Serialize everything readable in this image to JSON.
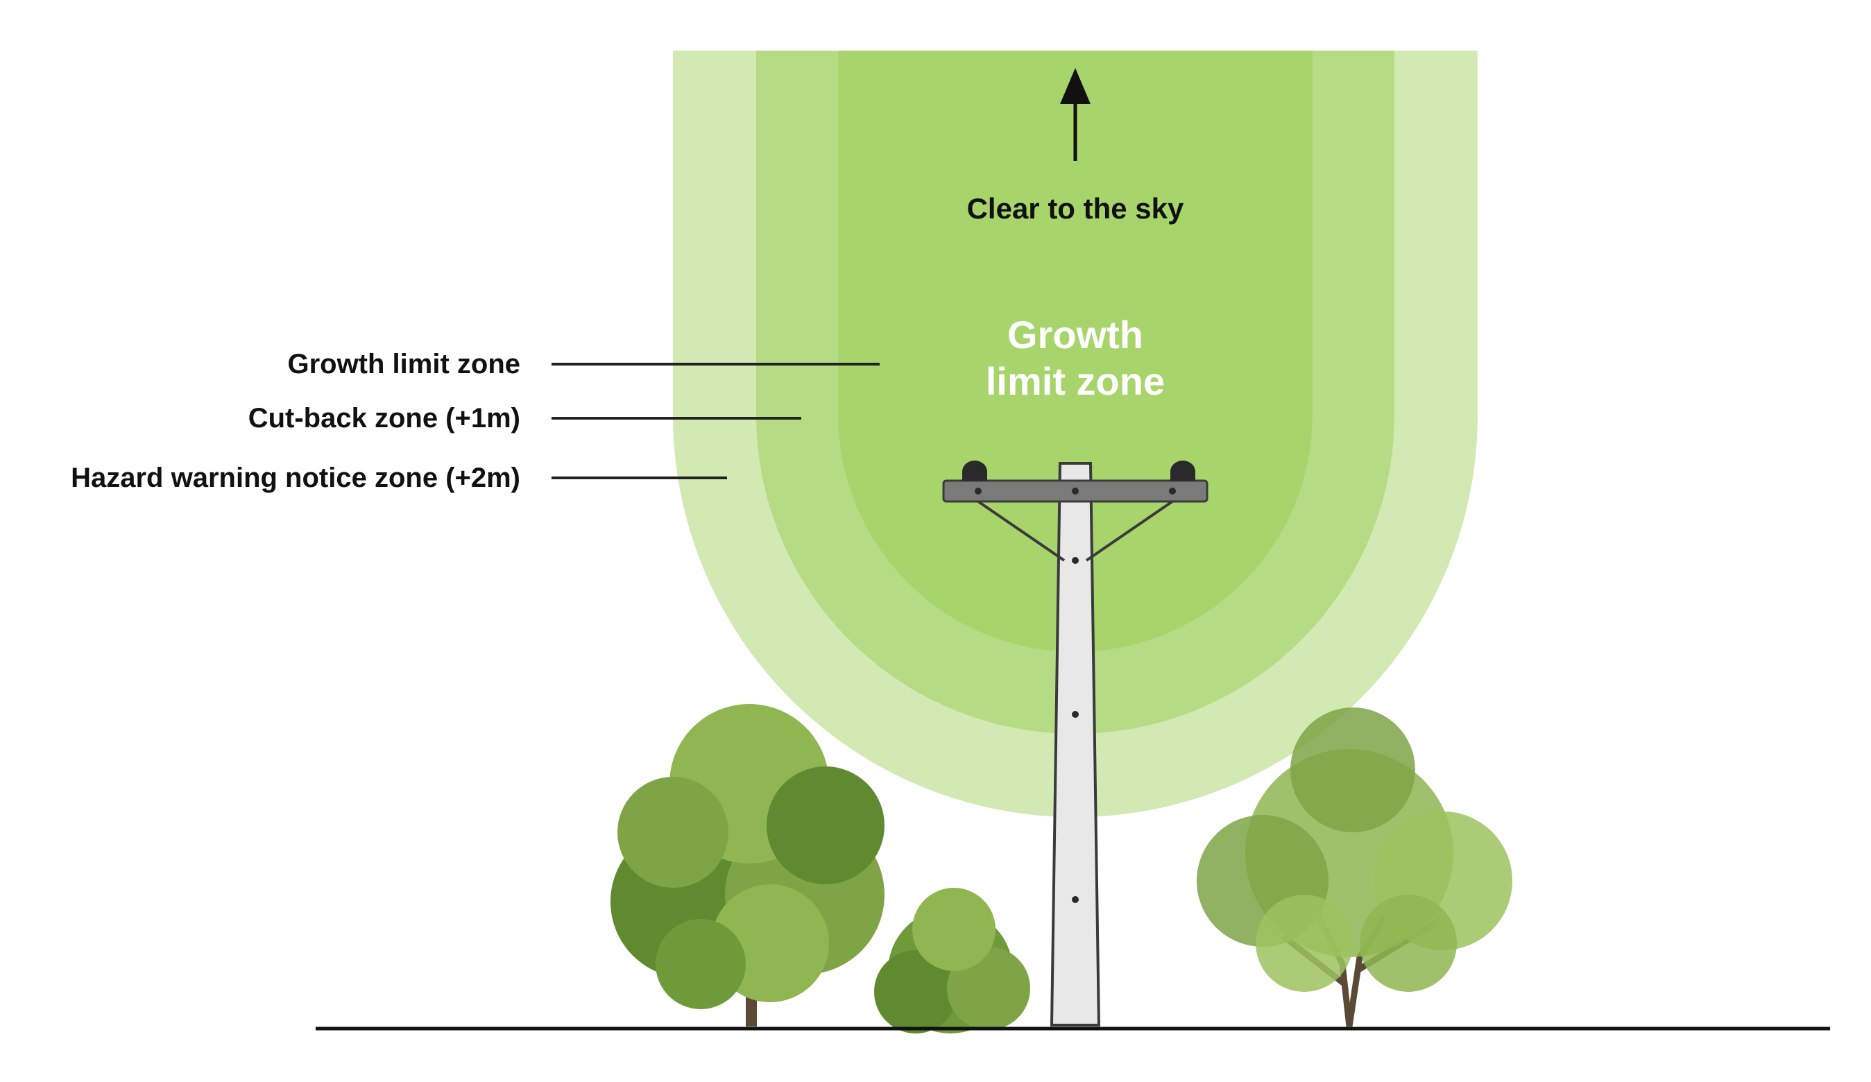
{
  "labels": {
    "growth_limit_zone": "Growth limit zone",
    "cut_back_zone": "Cut-back zone (+1m)",
    "hazard_warning_zone": "Hazard warning notice zone (+2m)",
    "clear_to_sky": "Clear to the sky",
    "center_zone_line1": "Growth",
    "center_zone_line2": "limit zone"
  },
  "colors": {
    "hazard_zone": "#d3e9b4",
    "cutback_zone": "#b5dc85",
    "growth_zone": "#a7d56c",
    "pole_fill": "#e8e8e8",
    "pole_stroke": "#3a3a3a",
    "crossarm": "#7a7a7a",
    "insulator": "#2a2a2a",
    "ground": "#111111",
    "leader_line": "#222222",
    "tree_dark": "#4f7a2a",
    "tree_mid": "#6f9a3a",
    "tree_light": "#8fb651",
    "trunk": "#5a4a35"
  },
  "icons": {
    "arrow": "up-arrow-icon"
  }
}
